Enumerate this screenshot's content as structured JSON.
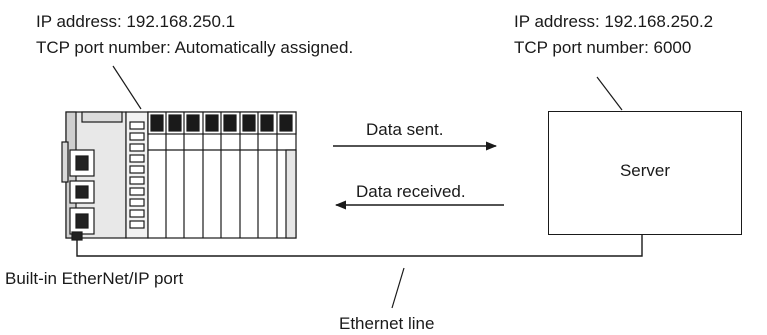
{
  "controller": {
    "ip_line": "IP address: 192.168.250.1",
    "port_line": "TCP port number: Automatically assigned.",
    "port_label": "Built-in EtherNet/IP port"
  },
  "server": {
    "ip_line": "IP address: 192.168.250.2",
    "port_line": "TCP port number: 6000",
    "label": "Server"
  },
  "arrows": {
    "sent": "Data sent.",
    "received": "Data received."
  },
  "network": {
    "line_label": "Ethernet line"
  }
}
